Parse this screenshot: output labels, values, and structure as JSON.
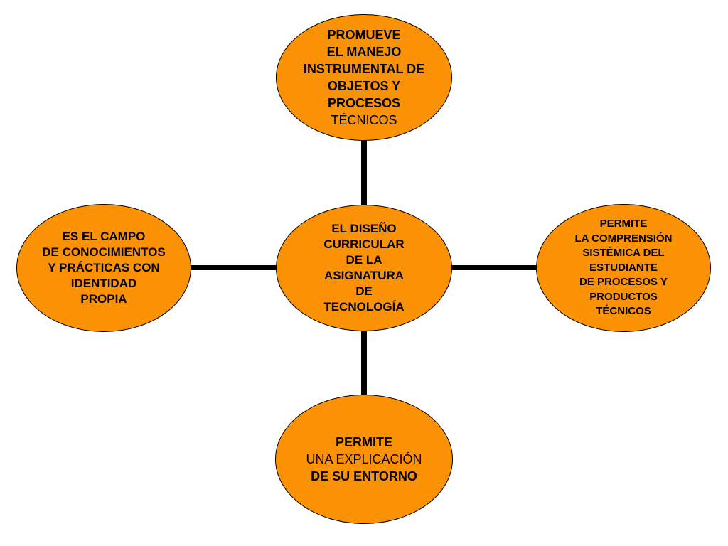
{
  "colors": {
    "node_fill": "#fb9205",
    "node_border": "#000000",
    "connector": "#000000",
    "text": "#000000",
    "background": "#ffffff"
  },
  "center": {
    "lines": [
      "EL DISEÑO",
      "CURRICULAR",
      "DE LA",
      "ASIGNATURA",
      "DE",
      "TECNOLOGÍA"
    ]
  },
  "top": {
    "lines": [
      "PROMUEVE",
      "EL MANEJO",
      "INSTRUMENTAL DE",
      "OBJETOS Y",
      "PROCESOS",
      "TÉCNICOS"
    ]
  },
  "left": {
    "lines": [
      "ES EL CAMPO",
      "DE CONOCIMIENTOS",
      "Y PRÁCTICAS CON",
      "IDENTIDAD",
      "PROPIA"
    ]
  },
  "right": {
    "lines": [
      "PERMITE",
      "LA COMPRENSIÓN",
      "SISTÉMICA DEL",
      "ESTUDIANTE",
      "DE PROCESOS Y",
      "PRODUCTOS",
      "TÉCNICOS"
    ]
  },
  "bottom": {
    "lines": [
      "PERMITE",
      "UNA EXPLICACIÓN",
      "DE SU ENTORNO"
    ]
  }
}
